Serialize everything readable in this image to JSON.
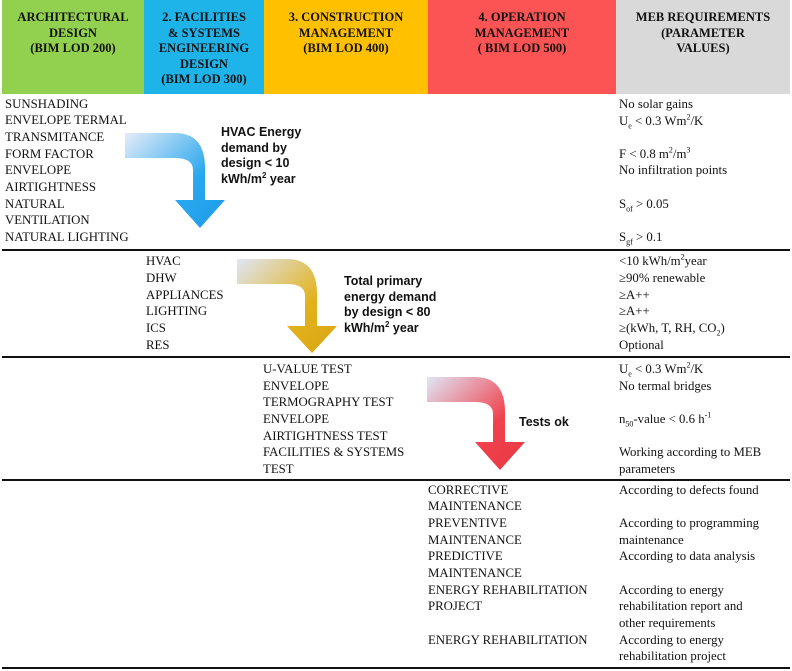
{
  "headers": [
    {
      "lines": [
        "ARCHITECTURAL",
        "DESIGN",
        "(BIM LOD 200)"
      ],
      "color": "#92d050"
    },
    {
      "lines": [
        "2. FACILITIES",
        "& SYSTEMS",
        "ENGINEERING",
        "DESIGN",
        "(BIM LOD 300)"
      ],
      "color": "#1eb4ea"
    },
    {
      "lines": [
        "3. CONSTRUCTION",
        "MANAGEMENT",
        "(BIM LOD 400)"
      ],
      "color": "#ffc000"
    },
    {
      "lines": [
        "4. OPERATION",
        "MANAGEMENT",
        "( BIM LOD 500)"
      ],
      "color": "#fc5454"
    },
    {
      "lines": [
        "MEB REQUIREMENTS",
        "(PARAMETER",
        "VALUES)"
      ],
      "color": "#d9d9d9"
    }
  ],
  "section1": {
    "items": [
      "SUNSHADING",
      "ENVELOPE TERMAL",
      "TRANSMITANCE",
      "FORM FACTOR",
      "ENVELOPE",
      "AIRTIGHTNESS",
      "NATURAL",
      "VENTILATION",
      "NATURAL LIGHTING"
    ],
    "arrow_label": [
      "HVAC Energy",
      "demand by",
      "design < 10",
      "kWh/m",
      "2",
      " year"
    ],
    "req": {
      "r0": "No solar gains",
      "r1_a": "U",
      "r1_sub": "e",
      "r1_b": " < 0.3 Wm",
      "r1_sup": "2",
      "r1_c": "/K",
      "r3_a": "F < 0.8 m",
      "r3_sup1": "2",
      "r3_b": "/m",
      "r3_sup2": "3",
      "r4": "No infiltration points",
      "r6_a": "S",
      "r6_sub": "of",
      "r6_b": " > 0.05",
      "r8_a": "S",
      "r8_sub": "gf",
      "r8_b": " > 0.1"
    }
  },
  "section2": {
    "items": [
      "HVAC",
      "DHW",
      "APPLIANCES",
      "LIGHTING",
      "ICS",
      "RES"
    ],
    "arrow_label": [
      "Total primary",
      "energy demand",
      "by design < 80",
      "kWh/m",
      "2",
      " year"
    ],
    "req": {
      "r0_a": "<10 kWh/m",
      "r0_sup": "2",
      "r0_b": "year",
      "r1": "≥90% renewable",
      "r2": "≥A++",
      "r3": "≥A++",
      "r4_a": "≥(kWh, T, RH, CO",
      "r4_sub": "2",
      "r4_b": ")",
      "r5": "Optional"
    }
  },
  "section3": {
    "items": [
      "U-VALUE TEST",
      "ENVELOPE",
      "TERMOGRAPHY TEST",
      "ENVELOPE",
      "AIRTIGHTNESS TEST",
      "FACILITIES & SYSTEMS",
      "TEST"
    ],
    "arrow_label": "Tests ok",
    "req": {
      "r0_a": "U",
      "r0_sub": "e",
      "r0_b": " < 0.3 Wm",
      "r0_sup": "2",
      "r0_c": "/K",
      "r1": "No termal bridges",
      "r3_a": "n",
      "r3_sub": "50",
      "r3_b": "-value < 0.6 h",
      "r3_sup": "-1",
      "r5": "Working according to MEB",
      "r6": "parameters"
    }
  },
  "section4": {
    "items": [
      "CORRECTIVE",
      "MAINTENANCE",
      "PREVENTIVE",
      "MAINTENANCE",
      "PREDICTIVE",
      "MAINTENANCE",
      "ENERGY REHABILITATION",
      "PROJECT",
      "ENERGY REHABILITATION"
    ],
    "req": [
      "According to defects found",
      "According to programming",
      "maintenance",
      "According to data analysis",
      "According to energy",
      "rehabilitation report and",
      "other requirements",
      "According to energy",
      "rehabilitation project"
    ]
  },
  "colors": {
    "arrow1": "#29a8ee",
    "arrow2": "#e2b21c",
    "arrow3": "#f0424e",
    "arrow_start": "#dfe7f6"
  }
}
